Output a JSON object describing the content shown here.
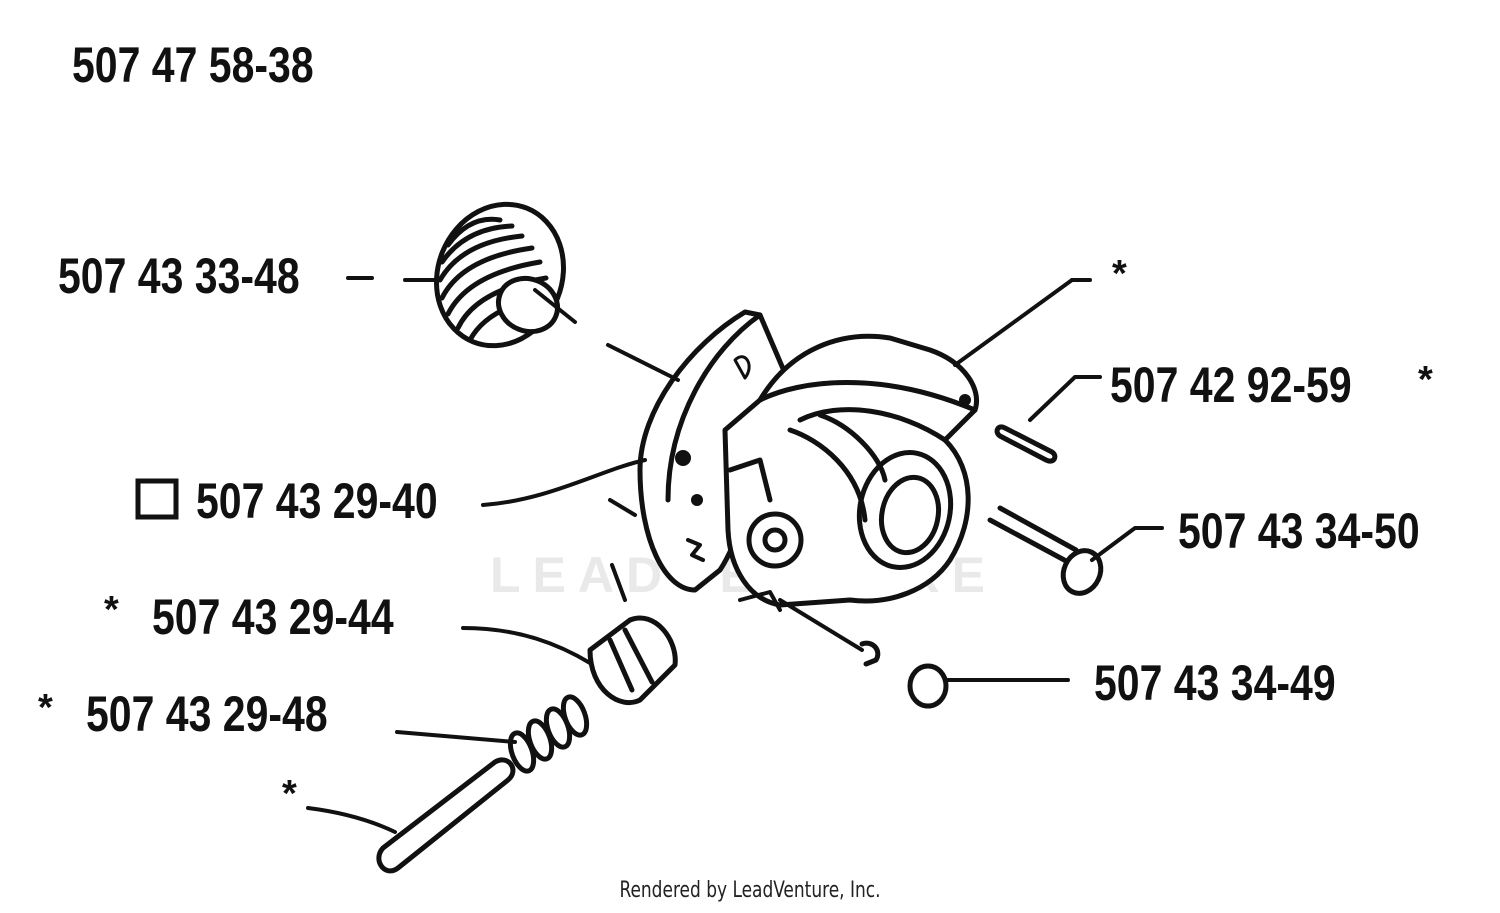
{
  "assembly_title": "507 47 58-38",
  "callouts": [
    {
      "part_number": "507 43 33-48"
    },
    {
      "part_number": "507 43 29-40"
    },
    {
      "part_number": "507 43 29-44"
    },
    {
      "part_number": "507 43 29-48"
    },
    {
      "part_number": "507 42 92-59"
    },
    {
      "part_number": "507 43 34-50"
    },
    {
      "part_number": "507 43 34-49"
    }
  ],
  "marks": {
    "asterisk": "*",
    "square_icon": "square-outline-icon"
  },
  "watermark": "LEADVENTURE",
  "footer": "Rendered by LeadVenture, Inc."
}
